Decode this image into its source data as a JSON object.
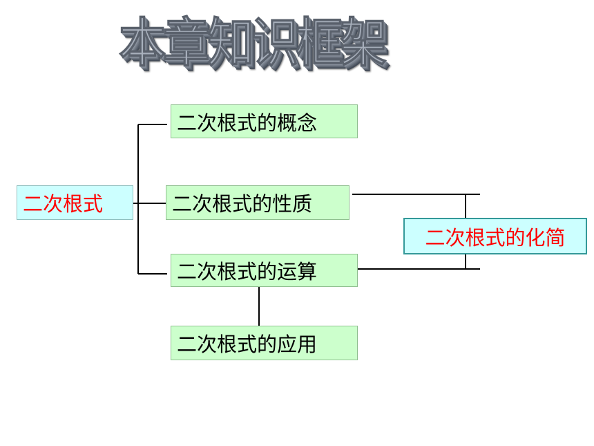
{
  "title": "本章知识框架",
  "diagram": {
    "root": "二次根式",
    "branches": [
      "二次根式的概念",
      "二次根式的性质",
      "二次根式的运算",
      "二次根式的应用"
    ],
    "target": "二次根式的化简"
  },
  "colors": {
    "box_green": "#ccffcc",
    "box_blue": "#ccffff",
    "highlight_text": "#ff0000",
    "target_border": "#339999"
  }
}
